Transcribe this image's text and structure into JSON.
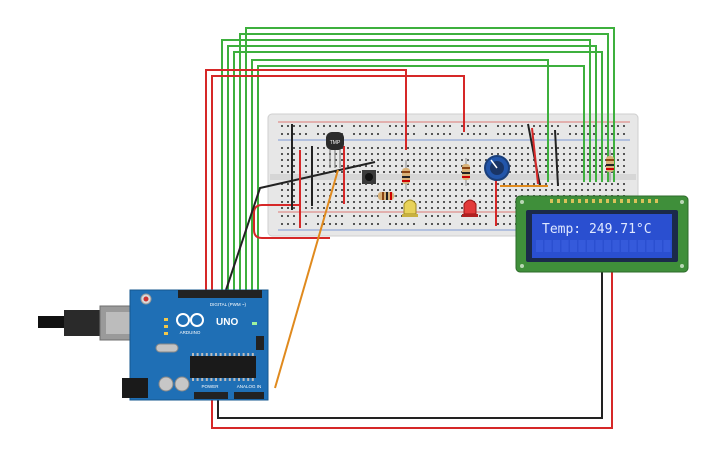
{
  "lcd": {
    "text": "Temp: 249.71°C"
  },
  "arduino": {
    "logo": "ARDUINO",
    "model": "UNO",
    "digital_label": "DIGITAL (PWM ~)",
    "power_label": "POWER",
    "analog_label": "ANALOG IN"
  },
  "sensor": {
    "label": "TMP"
  },
  "colors": {
    "wire_green": "#3db03d",
    "wire_red": "#d62828",
    "wire_black": "#222222",
    "wire_orange": "#e08a1e",
    "board_blue": "#1f6fb5",
    "breadboard": "#e6e6e6",
    "lcd_pcb": "#3f8f3a",
    "lcd_screen": "#2a4fd0"
  }
}
